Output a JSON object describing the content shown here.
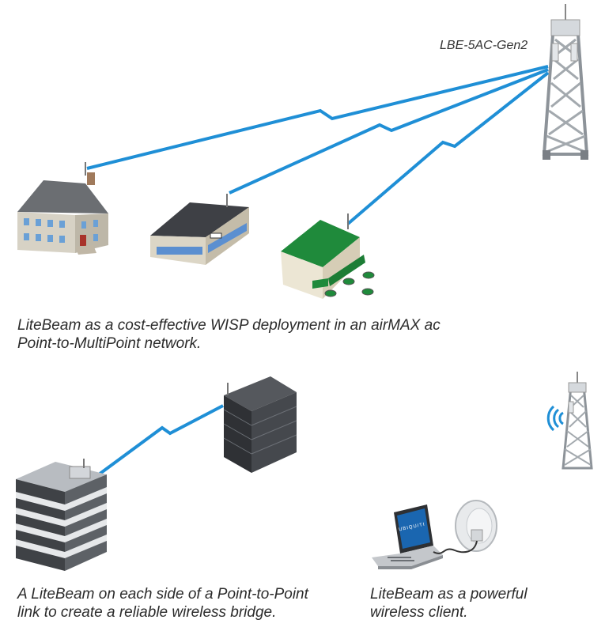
{
  "tower_label": "LBE-5AC-Gen2",
  "captions": {
    "ptmp": [
      "LiteBeam as a cost-effective WISP deployment in an airMAX ac",
      "Point-to-MultiPoint network."
    ],
    "ptp": [
      "A LiteBeam on each side of a Point-to-Point",
      "link to create a reliable wireless bridge."
    ],
    "client": [
      "LiteBeam as a powerful",
      "wireless client."
    ]
  },
  "laptop_screen_text": "UBIQUITI",
  "colors": {
    "link_blue": "#1f8fd6",
    "roof_grey": "#6b6e72",
    "roof_green": "#1f8a3b",
    "tower_grey": "#9aa0a6",
    "caption_text": "#2b2b2b"
  }
}
